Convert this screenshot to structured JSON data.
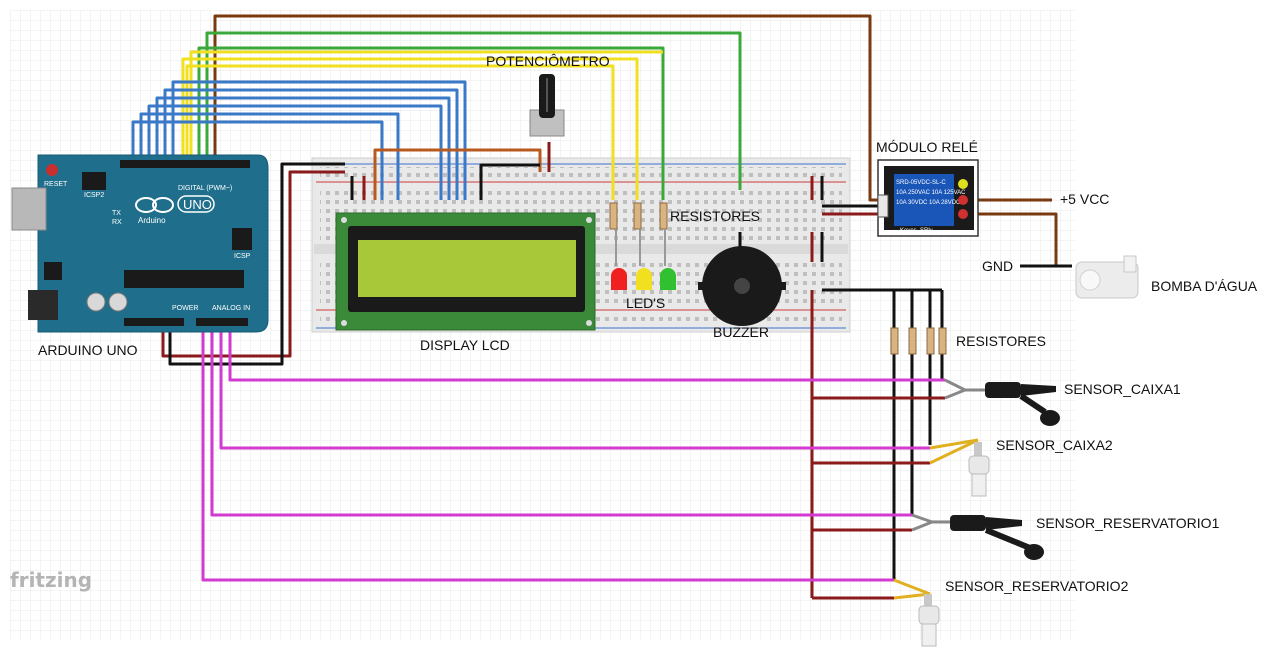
{
  "labels": {
    "arduino": "ARDUINO UNO",
    "display": "DISPLAY LCD",
    "potentiometer": "POTENCIÔMETRO",
    "resistors_top": "RESISTORES",
    "leds": "LED'S",
    "buzzer": "BUZZER",
    "relay": "MÓDULO RELÉ",
    "vcc": "+5 VCC",
    "gnd": "GND",
    "pump": "BOMBA D'ÁGUA",
    "resistors_bottom": "RESISTORES",
    "sensor_caixa1": "SENSOR_CAIXA1",
    "sensor_caixa2": "SENSOR_CAIXA2",
    "sensor_res1": "SENSOR_RESERVATORIO1",
    "sensor_res2": "SENSOR_RESERVATORIO2",
    "fritzing": "fritzing"
  },
  "board": {
    "reset": "RESET",
    "icsp2": "ICSP2",
    "tx": "TX",
    "rx": "RX",
    "arduino_brand": "Arduino",
    "uno": "UNO",
    "digital": "DIGITAL (PWM~)",
    "icsp": "ICSP",
    "power": "POWER",
    "analog": "ANALOG IN"
  },
  "relay_board": {
    "model": "Keyes_SRly",
    "relay_text1": "SRD-05VDC-SL-C",
    "relay_text2": "10A 250VAC 10A 125VAC",
    "relay_text3": "10A 30VDC 10A 28VDC"
  },
  "colors": {
    "blue": "#3a78c8",
    "yellow": "#f0e020",
    "green": "#3aa83a",
    "brown": "#7a3a10",
    "dark_red": "#8b1a1a",
    "black": "#111111",
    "magenta": "#d23ad2",
    "arduino_teal": "#1f6e8c",
    "lcd_green": "#a8c83a",
    "relay_blue": "#1a55b8"
  }
}
